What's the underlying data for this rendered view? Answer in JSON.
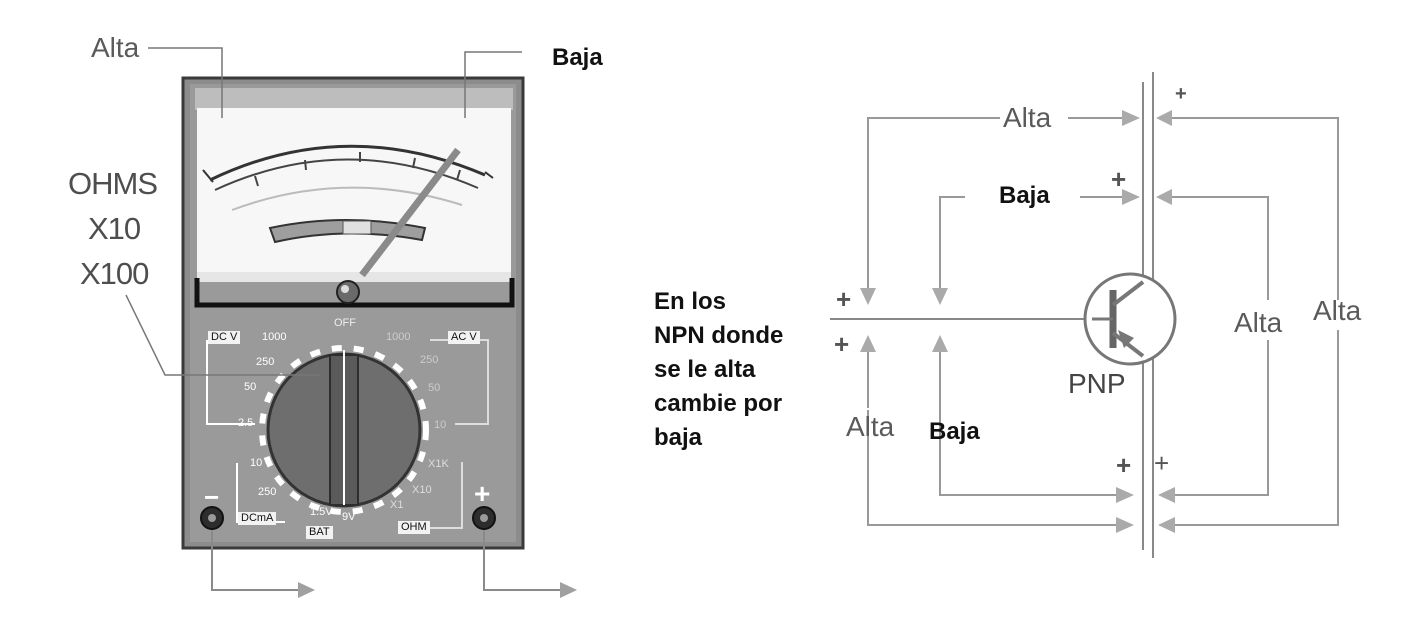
{
  "left": {
    "alta": "Alta",
    "baja": "Baja",
    "ohms": "OHMS",
    "x10": "X10",
    "x100": "X100",
    "meter": {
      "off": "OFF",
      "dcv": "DC V",
      "acv": "AC V",
      "dcma": "DCmA",
      "bat": "BAT",
      "ohm": "OHM",
      "v1000_left": "1000",
      "v1000_right": "1000",
      "v250_left": "250",
      "v250_right": "250",
      "v50_left": "50",
      "v50_right": "50",
      "v25": "2.5",
      "v10_right": "10",
      "ma10": "10",
      "ma250": "250",
      "bat15": "1.5V",
      "bat9": "9V",
      "x1k": "X1K",
      "x10r": "X10",
      "x1": "X1",
      "minus": "−",
      "plus": "+"
    }
  },
  "middle": {
    "lines": [
      "En los",
      "NPN donde",
      "se le alta",
      "cambie por",
      "baja"
    ]
  },
  "right": {
    "alta_top": "Alta",
    "baja_top": "Baja",
    "alta_right1": "Alta",
    "alta_right2": "Alta",
    "alta_bottom": "Alta",
    "baja_bottom": "Baja",
    "pnp": "PNP",
    "plus": "+"
  }
}
